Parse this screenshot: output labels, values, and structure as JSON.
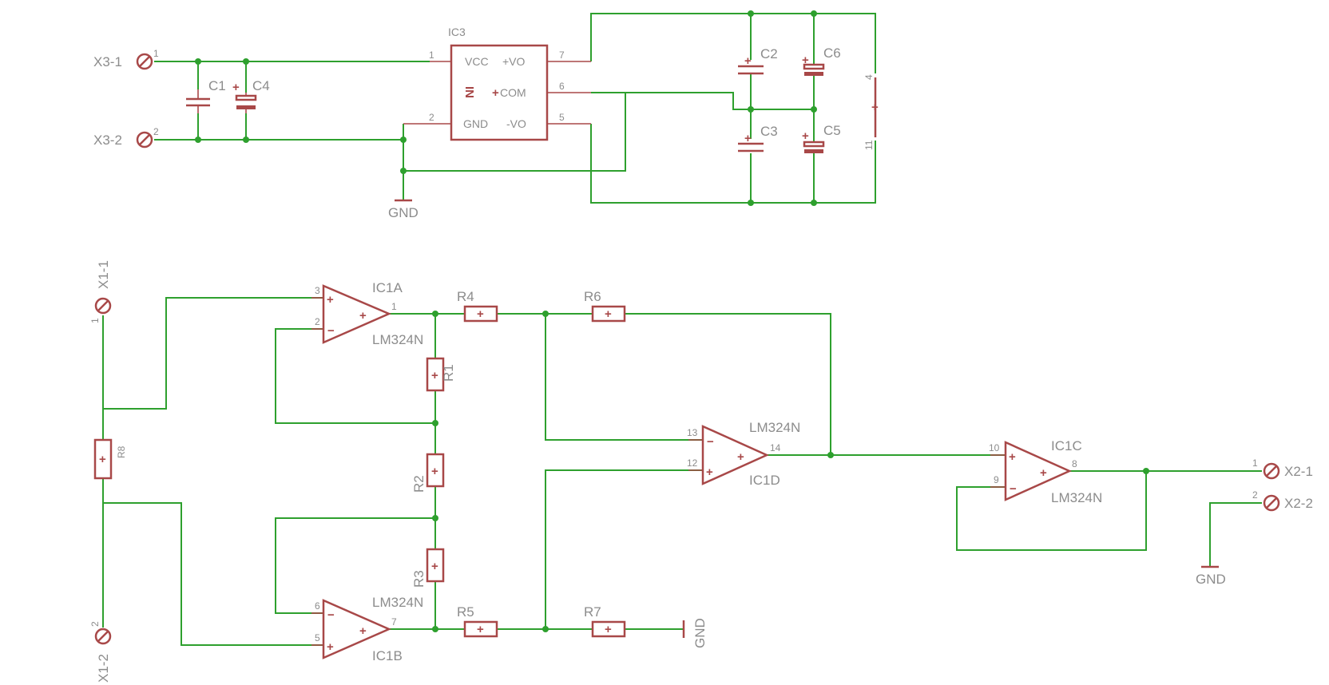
{
  "colors": {
    "wire": "#2ea02e",
    "part": "#a84848",
    "label": "#8c8c8c",
    "background": "#ffffff"
  },
  "labels": {
    "x3_1": "X3-1",
    "x3_2": "X3-2",
    "x1_1": "X1-1",
    "x1_2": "X1-2",
    "x2_1": "X2-1",
    "x2_2": "X2-2",
    "gnd": "GND",
    "c1": "C1",
    "c2": "C2",
    "c3": "C3",
    "c4": "C4",
    "c5": "C5",
    "c6": "C6",
    "r1": "R1",
    "r2": "R2",
    "r3": "R3",
    "r4": "R4",
    "r5": "R5",
    "r6": "R6",
    "r7": "R7",
    "r8": "R8",
    "ic3": "IC3",
    "ic1a": "IC1A",
    "ic1b": "IC1B",
    "ic1c": "IC1C",
    "ic1d": "IC1D",
    "lm324n": "LM324N"
  },
  "ic3_pins": {
    "vcc": "VCC",
    "gnd": "GND",
    "in": "IN",
    "pvo": "+VO",
    "com": "COM",
    "nvo": "-VO"
  },
  "pin_numbers": {
    "n1": "1",
    "n2": "2",
    "n3": "3",
    "n4": "4",
    "n5": "5",
    "n6": "6",
    "n7": "7",
    "n8": "8",
    "n9": "9",
    "n10": "10",
    "n11": "11",
    "n12": "12",
    "n13": "13",
    "n14": "14"
  },
  "signs": {
    "plus": "+",
    "minus": "−"
  }
}
